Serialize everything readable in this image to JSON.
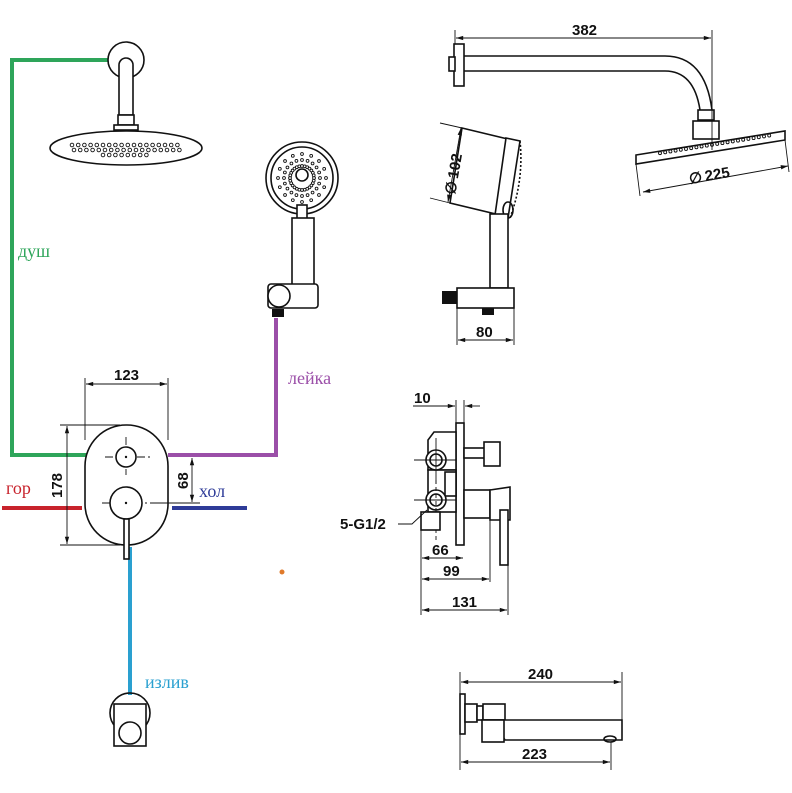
{
  "diagram": {
    "title": "Concealed shower mixer installation scheme",
    "connection_labels": {
      "shower": "душ",
      "handshower": "лейка",
      "hot": "гор",
      "cold": "хол",
      "spout": "излив"
    },
    "connection_colors": {
      "shower": "#2ea55a",
      "handshower": "#9b4fa8",
      "hot": "#c8232c",
      "cold": "#2e3b98",
      "spout": "#2aa0d0",
      "dot": "#e07a2a"
    },
    "dimensions": {
      "mixer_plate_width": "123",
      "mixer_plate_height": "178",
      "mixer_axis_spacing": "68",
      "shower_arm_length": "382",
      "overhead_shower_diameter": "225",
      "handshower_diameter": "102",
      "handshower_holder_width": "80",
      "mixer_plate_thickness": "10",
      "thread_spec": "5-G1/2",
      "mixer_depth_1": "66",
      "mixer_depth_2": "99",
      "mixer_depth_3": "131",
      "spout_length_total": "240",
      "spout_length_outlet": "223"
    },
    "diameter_symbol": "∅"
  }
}
